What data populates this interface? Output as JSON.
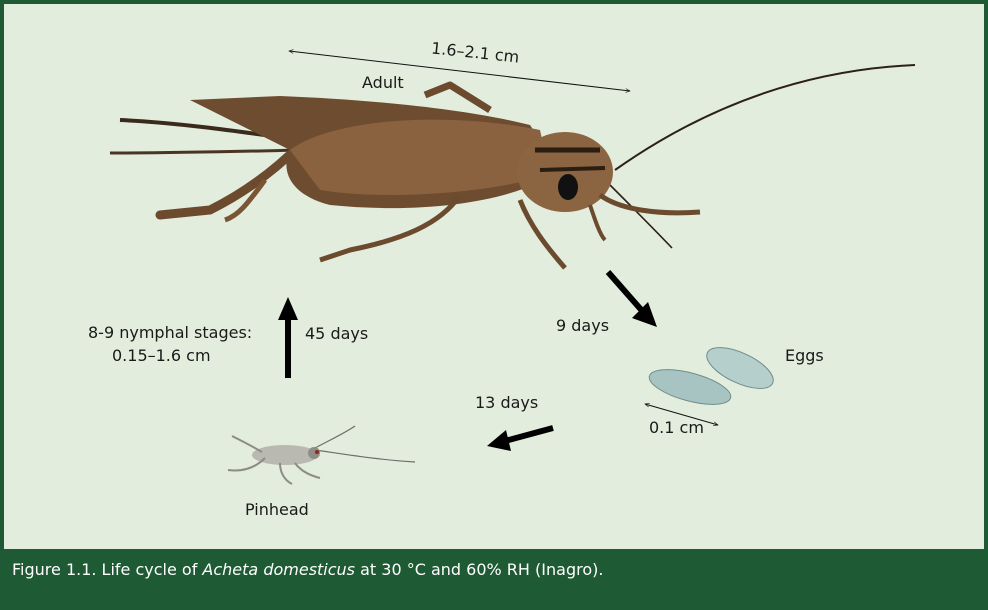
{
  "diagram": {
    "adult_label": "Adult",
    "adult_size": "1.6–2.1 cm",
    "eggs_label": "Eggs",
    "egg_size": "0.1 cm",
    "pinhead_label": "Pinhead",
    "stage_adult_to_eggs": "9 days",
    "stage_eggs_to_pinhead": "13 days",
    "stage_pinhead_to_adult": "45 days",
    "nymph_line1": "8-9 nymphal stages:",
    "nymph_line2": "0.15–1.6 cm"
  },
  "caption": {
    "prefix": "Figure 1.1. Life cycle of ",
    "species": "Acheta domesticus",
    "suffix": " at 30 °C and 60% RH (Inagro)."
  },
  "colors": {
    "frame": "#1e5a34",
    "panel": "#e2eddd",
    "cricket_body": "#7a5535",
    "egg": "#a7c4c2"
  }
}
